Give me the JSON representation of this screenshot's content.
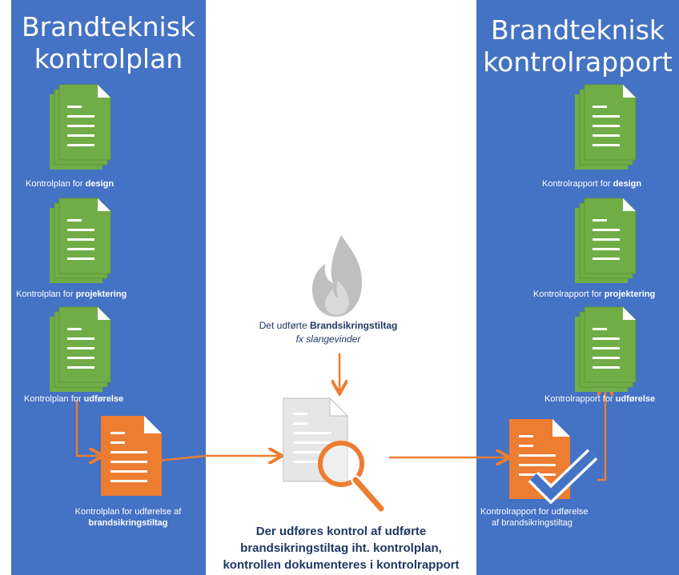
{
  "left_panel": {
    "title_line1": "Brandteknisk",
    "title_line2": "kontrolplan",
    "documents": [
      {
        "prefix": "Kontrolplan for ",
        "bold": "design"
      },
      {
        "prefix": "Kontrolplan for ",
        "bold": "projektering"
      },
      {
        "prefix": "Kontrolplan for ",
        "bold": "udførelse"
      }
    ],
    "orange_doc": {
      "line1": "Kontrolplan for udførelse af",
      "line2_bold": "brandsikringstiltag"
    }
  },
  "right_panel": {
    "title_line1": "Brandteknisk",
    "title_line2": "kontrolrapport",
    "documents": [
      {
        "prefix": "Kontrolrapport for ",
        "bold": "design"
      },
      {
        "prefix": "Kontrolrapport for ",
        "bold": "projektering"
      },
      {
        "prefix": "Kontrolrapport for ",
        "bold": "udførelse"
      }
    ],
    "orange_doc": {
      "line1": "Kontrolrapport for udførelse",
      "line2": "af brandsikringstiltag"
    }
  },
  "center": {
    "fire_prefix": "Det udførte ",
    "fire_bold": "Brandsikringstiltag",
    "fire_example": "fx slangevinder",
    "bottom_line1": "Der udføres kontrol af udførte",
    "bottom_line2": "brandsikringstiltag iht. kontrolplan,",
    "bottom_line3": "kontrollen dokumenteres i kontrolrapport"
  },
  "colors": {
    "panel_blue": "#4472c4",
    "doc_green": "#70ad47",
    "doc_orange": "#ed7d31",
    "arrow_orange": "#ed7d31",
    "text_navy": "#1f3864",
    "grey_doc": "#d9d9d9"
  },
  "icons": {
    "green_doc": "stacked-document-icon",
    "orange_doc": "document-icon",
    "fire": "flame-icon",
    "review": "magnifier-document-icon",
    "approved": "checkmark-icon"
  }
}
